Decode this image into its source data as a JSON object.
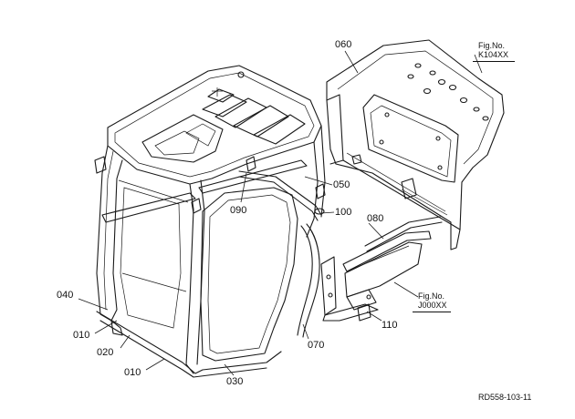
{
  "callouts": [
    {
      "id": "060",
      "text": "060"
    },
    {
      "id": "050",
      "text": "050"
    },
    {
      "id": "090",
      "text": "090"
    },
    {
      "id": "100",
      "text": "100"
    },
    {
      "id": "080",
      "text": "080"
    },
    {
      "id": "040",
      "text": "040"
    },
    {
      "id": "010a",
      "text": "010"
    },
    {
      "id": "020",
      "text": "020"
    },
    {
      "id": "010b",
      "text": "010"
    },
    {
      "id": "030",
      "text": "030"
    },
    {
      "id": "070",
      "text": "070"
    },
    {
      "id": "110",
      "text": "110"
    }
  ],
  "fig_refs": [
    {
      "label": "Fig.No.",
      "number": "K104XX"
    },
    {
      "label": "Fig.No.",
      "number": "J000XX"
    }
  ],
  "drawing_code": "RD558-103-11"
}
